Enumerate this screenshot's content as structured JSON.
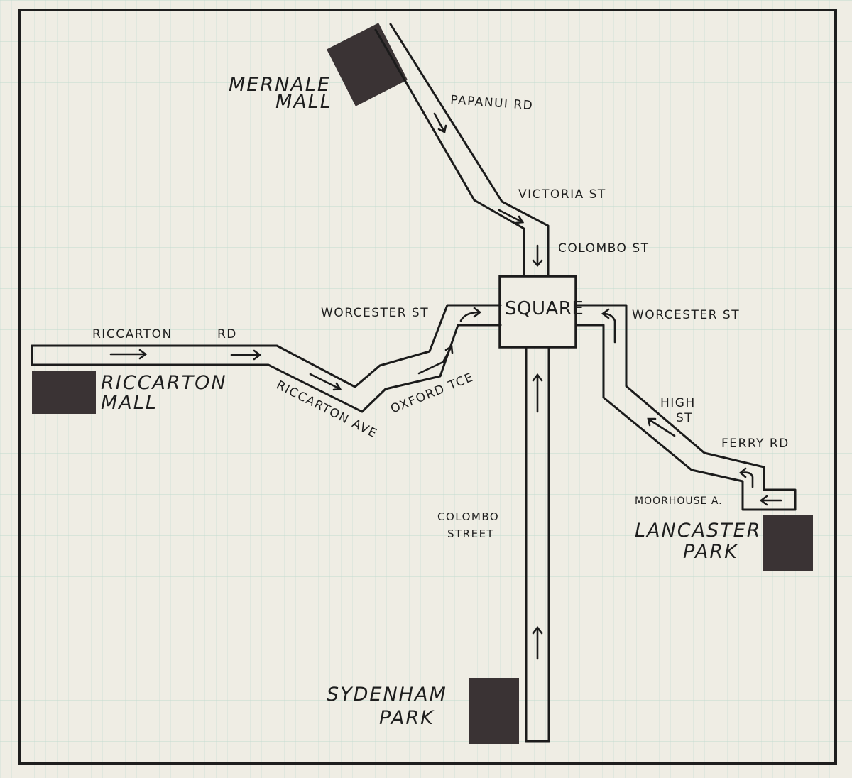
{
  "colors": {
    "paper": "#efede4",
    "grid": "#c9ddd3",
    "ink": "#1b1b1b",
    "building": "#3a3334"
  },
  "places": {
    "mernale": [
      "MERNALE",
      "MALL"
    ],
    "riccarton_mall": [
      "RICCARTON",
      "MALL"
    ],
    "lancaster": [
      "LANCASTER",
      "PARK"
    ],
    "sydenham": [
      "SYDENHAM",
      "PARK"
    ],
    "square": "SQUARE"
  },
  "roads": {
    "papanui": "PAPANUI RD",
    "victoria": "VICTORIA ST",
    "colombo_north": "COLOMBO ST",
    "worcester_west": "WORCESTER ST",
    "worcester_east": "WORCESTER ST",
    "riccarton_rd": [
      "RICCARTON",
      "RD"
    ],
    "riccarton_ave": "RICCARTON AVE",
    "oxford": "OXFORD TCE",
    "high": [
      "HIGH",
      "ST"
    ],
    "ferry": "FERRY RD",
    "moorhouse": "MOORHOUSE A.",
    "colombo_south": [
      "COLOMBO",
      "STREET"
    ]
  }
}
